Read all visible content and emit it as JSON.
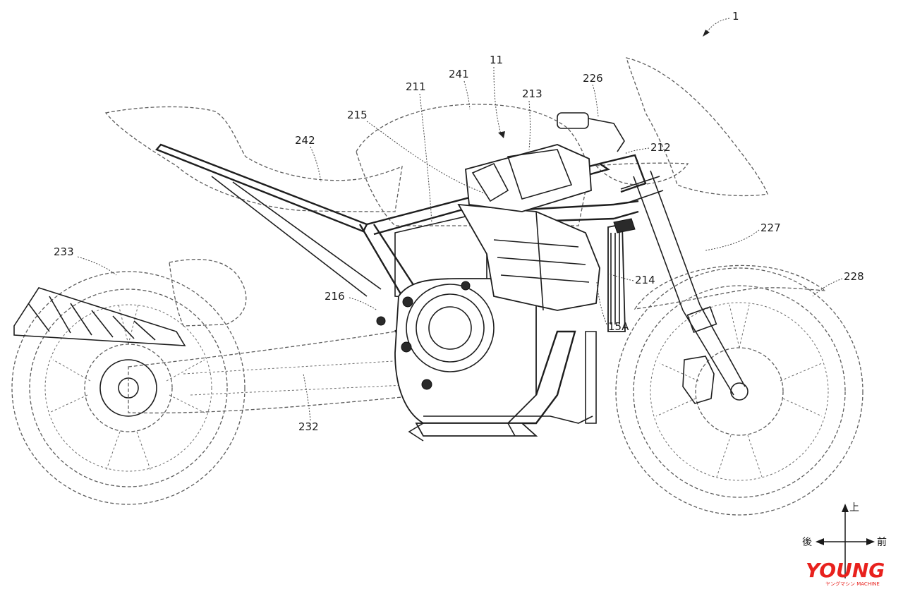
{
  "figure": {
    "labels": {
      "motorcycle": "1",
      "engine_assembly": "11",
      "frame_main": "211",
      "frame_head": "212",
      "frame_213": "213",
      "frame_214": "214",
      "frame_215": "215",
      "frame_216": "216",
      "handlebar": "226",
      "front_fender": "227",
      "front_wheel": "228",
      "swingarm": "232",
      "rear_wheel": "233",
      "fuel_tank": "241",
      "seat": "242",
      "radiator": "15A"
    },
    "compass": {
      "up": "上",
      "rear": "後",
      "front": "前",
      "down": ""
    }
  },
  "watermark": {
    "brand": "YOUNG",
    "sub": "ヤングマシン MACHINE",
    "color": "#e8211d"
  }
}
